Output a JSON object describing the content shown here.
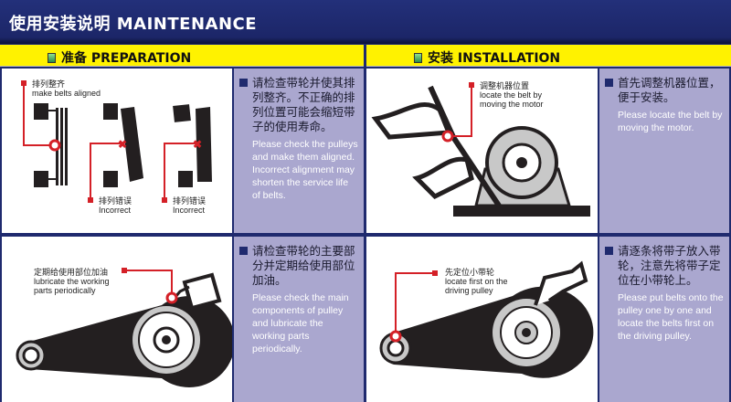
{
  "header": {
    "title": "使用安装说明 MAINTENANCE"
  },
  "sections": {
    "preparation": {
      "title": "准备 PREPARATION"
    },
    "installation": {
      "title": "安装 INSTALLATION"
    }
  },
  "panels": [
    {
      "zh": "请检查带轮并使其排列整齐。不正确的排列位置可能会缩短带子的使用寿命。",
      "en": "Please check the pulleys and make them aligned. Incorrect alignment may shorten the service life of belts.",
      "labels": [
        {
          "zh": "排列整齐",
          "en": "make belts aligned"
        },
        {
          "zh": "排列错误",
          "en": "Incorrect"
        },
        {
          "zh": "排列错误",
          "en": "Incorrect"
        }
      ]
    },
    {
      "zh": "首先调整机器位置，便于安装。",
      "en": "Please locate the belt by moving the motor.",
      "labels": [
        {
          "zh": "调整机器位置",
          "en": "locate the belt by moving the motor"
        }
      ]
    },
    {
      "zh": "请检查带轮的主要部分并定期给使用部位加油。",
      "en": "Please check the main components of pulley and lubricate the working parts periodically.",
      "labels": [
        {
          "zh": "定期给使用部位加油",
          "en": "lubricate the working parts periodically"
        }
      ]
    },
    {
      "zh": "请逐条将带子放入带轮，注意先将带子定位在小带轮上。",
      "en": "Please put belts onto the pulley one by one and locate the belts first on the driving pulley.",
      "labels": [
        {
          "zh": "先定位小带轮",
          "en": "locate first on the driving pulley"
        }
      ]
    }
  ],
  "colors": {
    "navy": "#1f2a6e",
    "yellow": "#fff200",
    "lavender": "#aaa7cf",
    "red": "#d42027"
  }
}
